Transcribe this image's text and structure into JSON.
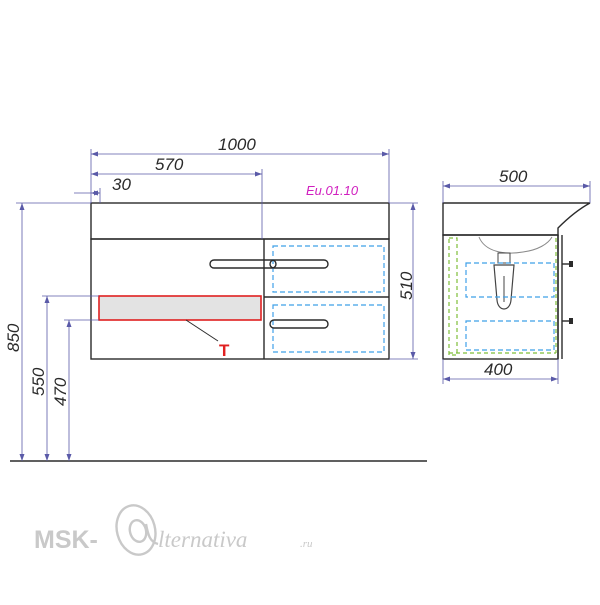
{
  "front_view": {
    "dimensions": {
      "total_width": "1000",
      "left_part_width": "570",
      "offset": "30",
      "total_height": "850",
      "height_550": "550",
      "height_470": "470",
      "cabinet_height": "510"
    },
    "model_code": "Eu.01.10",
    "marker_label": "T"
  },
  "side_view": {
    "dimensions": {
      "top_depth": "500",
      "body_depth": "400"
    }
  },
  "watermark": {
    "part1": "MSK-",
    "part2": "lternativa",
    "part3": ".ru"
  },
  "colors": {
    "line": "#2b2b2b",
    "dimension_line": "#5a5aa8",
    "dashed_blue": "#3fa0e8",
    "highlight_red": "#e02020",
    "highlight_fill": "#e3e3e3",
    "label_magenta": "#d01fbf",
    "green_dashed": "#7fbf3a",
    "watermark": "#c9c9c9"
  }
}
